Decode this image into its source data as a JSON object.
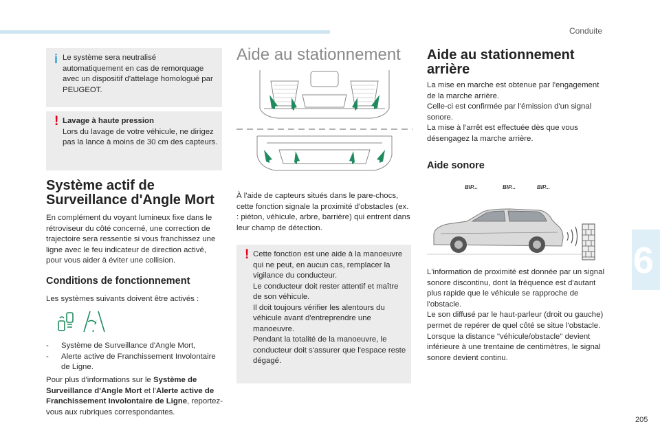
{
  "header": {
    "section": "Conduite"
  },
  "chapter": {
    "number": "6"
  },
  "footer": {
    "page": "205"
  },
  "col1": {
    "info_note": "Le système sera neutralisé automatiquement en cas de remorquage avec un dispositif d'attelage homologué par PEUGEOT.",
    "warn_note_title": "Lavage à haute pression",
    "warn_note_body": "Lors du lavage de votre véhicule, ne dirigez pas la lance à moins de 30 cm des capteurs.",
    "title_line1": "Système actif de",
    "title_line2": "Surveillance d'Angle Mort",
    "intro": "En complément du voyant lumineux fixe dans le rétroviseur du côté concerné, une correction de trajectoire sera ressentie si vous franchissez une ligne avec le feu indicateur de direction activé, pour vous aider à éviter une collision.",
    "subtitle": "Conditions de fonctionnement",
    "systems_intro": "Les systèmes suivants doivent être activés :",
    "list": [
      "Système de Surveillance d'Angle Mort,",
      "Alerte active de Franchissement Involontaire de Ligne."
    ],
    "ref_pre": "Pour plus d'informations sur le ",
    "ref_b1": "Système de Surveillance d'Angle Mort",
    "ref_mid": " et l'",
    "ref_b2": "Alerte active de Franchissement Involontaire de Ligne",
    "ref_post": ", reportez-vous aux rubriques correspondantes."
  },
  "col2": {
    "title": "Aide au stationnement",
    "body": "À l'aide de capteurs situés dans le pare-chocs, cette fonction signale la proximité d'obstacles (ex. : piéton, véhicule, arbre, barrière) qui entrent dans leur champ de détection.",
    "warn_note": [
      "Cette fonction est une aide à la manoeuvre qui ne peut, en aucun cas, remplacer la vigilance du conducteur.",
      "Le conducteur doit rester attentif et maître de son véhicule.",
      "Il doit toujours vérifier les alentours du véhicule avant d'entreprendre une manoeuvre.",
      "Pendant la totalité de la manoeuvre, le conducteur doit s'assurer que l'espace reste dégagé."
    ]
  },
  "col3": {
    "title_line1": "Aide au stationnement",
    "title_line2": "arrière",
    "body": [
      "La mise en marche est obtenue par l'engagement de la marche arrière.",
      "Celle-ci est confirmée par l'émission d'un signal sonore.",
      "La mise à l'arrêt est effectuée dès que vous désengagez la marche arrière."
    ],
    "subtitle": "Aide sonore",
    "bips": [
      "BIP...",
      "BIP...",
      "BIP..."
    ],
    "body2": [
      "L'information de proximité est donnée par un signal sonore discontinu, dont la fréquence est d'autant plus rapide que le véhicule se rapproche de l'obstacle.",
      "Le son diffusé par le haut-parleur (droit ou gauche) permet de repérer de quel côté se situe l'obstacle.",
      "Lorsque la distance \"véhicule/obstacle\" devient inférieure à une trentaine de centimètres, le signal sonore devient continu."
    ]
  },
  "colors": {
    "info": "#3aa0d8",
    "warning": "#e2001a",
    "sensor": "#1f8a5e",
    "note_bg": "#ececec"
  }
}
